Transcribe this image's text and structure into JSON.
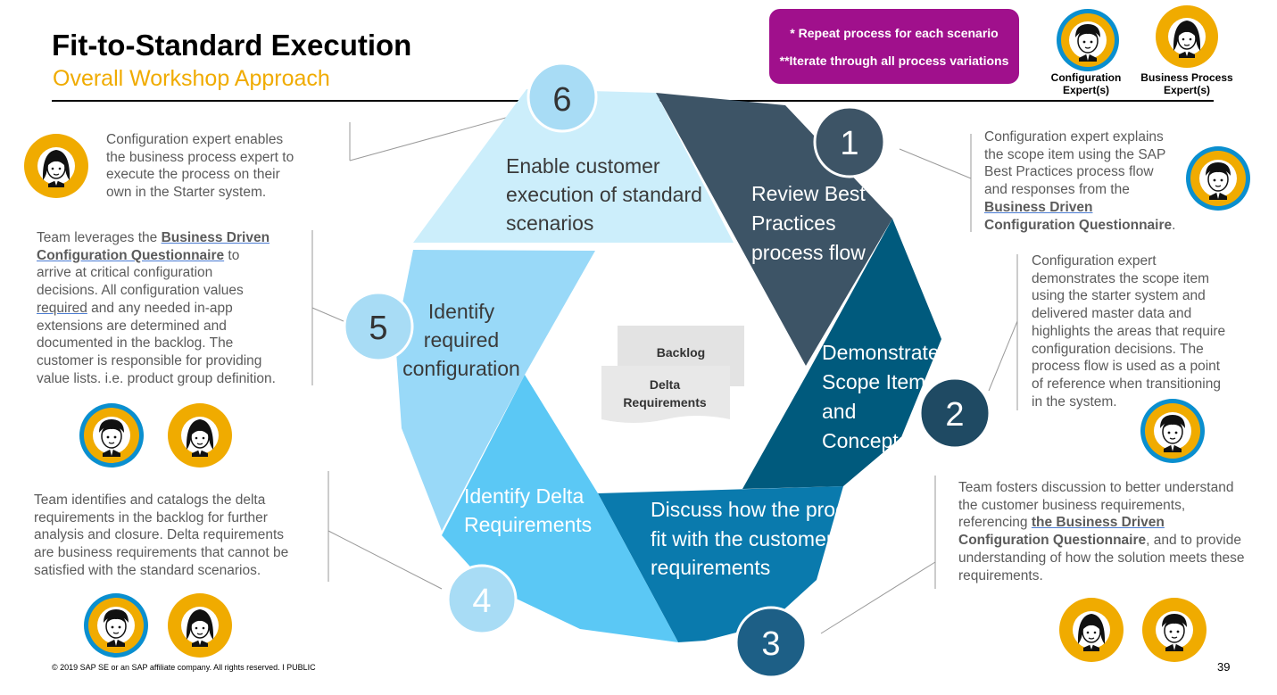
{
  "header": {
    "title": "Fit-to-Standard Execution",
    "subtitle": "Overall Workshop Approach"
  },
  "notes": {
    "line1": "* Repeat process for each scenario",
    "line2": "**Iterate through all process variations"
  },
  "roles": {
    "configuration": "Configuration Expert(s)",
    "business_process": "Business Process Expert(s)"
  },
  "steps": [
    {
      "number": "1",
      "title": [
        "Review Best",
        "Practices",
        "process flow"
      ],
      "color": "#3d5466",
      "description": [
        "Configuration expert explains",
        "the scope item using the SAP",
        "Best Practices  process flow",
        "and responses from the"
      ],
      "link": [
        "Business Driven",
        "Configuration Questionnaire"
      ],
      "tail": "."
    },
    {
      "number": "2",
      "title": [
        "Demonstrate",
        "Scope Item",
        "and",
        "Concepts"
      ],
      "color": "#005a7d",
      "description": [
        "Configuration expert",
        "demonstrates the scope item",
        "using the starter system and",
        "delivered master data and",
        "highlights the  areas that require",
        "configuration decisions. The",
        "process flow is used as a point",
        "of reference when transitioning",
        "in the system."
      ]
    },
    {
      "number": "3",
      "title": [
        "Discuss how the processes",
        "fit with the customer’s",
        "requirements"
      ],
      "color": "#0a7aad",
      "description": [
        "Team fosters discussion to better understand",
        "the customer business requirements,",
        "referencing "
      ],
      "link": [
        "the Business Driven",
        "Configuration Questionnaire"
      ],
      "tail": ", and to provide",
      "description_tail": [
        "understanding of how the solution meets these",
        "requirements."
      ]
    },
    {
      "number": "4",
      "title": [
        "Identify Delta",
        "Requirements"
      ],
      "color": "#5bc8f5",
      "description": [
        "Team identifies and catalogs the delta",
        "requirements in the backlog for further",
        "analysis and closure. Delta requirements",
        "are business requirements that cannot be",
        "satisfied with the standard scenarios."
      ]
    },
    {
      "number": "5",
      "title": [
        "Identify",
        "required",
        "configuration"
      ],
      "color": "#99d9f8",
      "description_prefix": "Team leverages the ",
      "link": [
        "Business Driven",
        "Configuration Questionnaire"
      ],
      "link_tail": " to",
      "description": [
        "arrive at critical configuration",
        "decisions. All configuration values"
      ],
      "required_word": "required",
      "required_tail": " and any needed in-app",
      "description_tail": [
        "extensions are determined and",
        "documented in the backlog. The",
        "customer is responsible for providing",
        "value lists. i.e. product group definition."
      ]
    },
    {
      "number": "6",
      "title": [
        "Enable customer",
        "execution of standard",
        "scenarios"
      ],
      "color": "#cceefb",
      "description": [
        "Configuration expert enables",
        "the business process expert to",
        "execute the process on their",
        "own in the Starter system."
      ]
    }
  ],
  "center": {
    "backlog": "Backlog",
    "delta": [
      "Delta",
      "Requirements"
    ]
  },
  "footer": {
    "copyright": "© 2019 SAP SE or an SAP affiliate company. All rights reserved.  I   PUBLIC",
    "page": "39"
  },
  "colors": {
    "accent": "#f0ab00",
    "note_bg": "#a0108c",
    "avatar_blue": "#0a8fcf",
    "avatar_orange": "#f0ab00",
    "circle_dark": "#1f4a63",
    "circle_light": "#a8dcf5"
  }
}
